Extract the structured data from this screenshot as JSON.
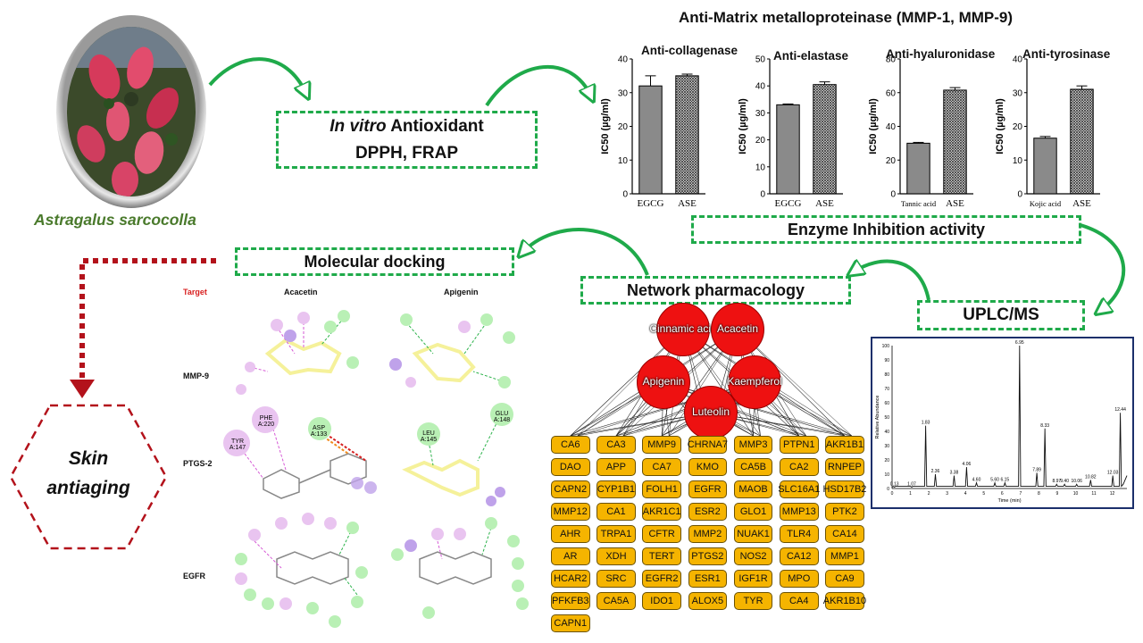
{
  "plant": {
    "name": "Astragalus sarcocolla"
  },
  "boxes": {
    "antioxidant_line1_em": "In vitro",
    "antioxidant_line1_rest": " Antioxidant",
    "antioxidant_line2": "DPPH, FRAP",
    "enzyme": "Enzyme Inhibition activity",
    "network": "Network pharmacology",
    "docking": "Molecular docking",
    "uplc": "UPLC/MS",
    "skin_line1": "Skin",
    "skin_line2": "antiaging"
  },
  "mmp_title": "Anti-Matrix metalloproteinase (MMP-1, MMP-9)",
  "chart_data": [
    {
      "type": "bar",
      "title": "Anti-collagenase",
      "ylabel": "IC50 (µg/ml)",
      "categories": [
        "EGCG",
        "ASE"
      ],
      "values": [
        32,
        35
      ],
      "errors": [
        3,
        0.5
      ],
      "ylim": [
        0,
        40
      ],
      "yticks": [
        0,
        10,
        20,
        30,
        40
      ]
    },
    {
      "type": "bar",
      "title": "Anti-elastase",
      "ylabel": "IC50 (µg/ml)",
      "categories": [
        "EGCG",
        "ASE"
      ],
      "values": [
        33,
        40.5
      ],
      "errors": [
        0.3,
        1
      ],
      "ylim": [
        0,
        50
      ],
      "yticks": [
        0,
        10,
        20,
        30,
        40,
        50
      ]
    },
    {
      "type": "bar",
      "title": "Anti-hyaluronidase",
      "ylabel": "IC50 (µg/ml)",
      "categories": [
        "Tannic acid",
        "ASE"
      ],
      "values": [
        30,
        61.5
      ],
      "errors": [
        0.5,
        1.5
      ],
      "ylim": [
        0,
        80
      ],
      "yticks": [
        0,
        20,
        40,
        60,
        80
      ]
    },
    {
      "type": "bar",
      "title": "Anti-tyrosinase",
      "ylabel": "IC50 (µg/ml)",
      "categories": [
        "Kojic acid",
        "ASE"
      ],
      "values": [
        16.5,
        31
      ],
      "errors": [
        0.5,
        1
      ],
      "ylim": [
        0,
        40
      ],
      "yticks": [
        0,
        10,
        20,
        30,
        40
      ]
    }
  ],
  "network": {
    "compounds": [
      "Cinnamic acid",
      "Acacetin",
      "Apigenin",
      "Kaempferol",
      "Luteolin"
    ],
    "targets": [
      "CA6",
      "CA3",
      "MMP9",
      "CHRNA7",
      "MMP3",
      "PTPN1",
      "AKR1B1",
      "DAO",
      "APP",
      "CA7",
      "KMO",
      "CA5B",
      "CA2",
      "RNPEP",
      "CAPN2",
      "CYP1B1",
      "FOLH1",
      "EGFR",
      "MAOB",
      "SLC16A1",
      "HSD17B2",
      "MMP12",
      "CA1",
      "AKR1C1",
      "ESR2",
      "GLO1",
      "MMP13",
      "PTK2",
      "AHR",
      "TRPA1",
      "CFTR",
      "MMP2",
      "NUAK1",
      "TLR4",
      "CA14",
      "AR",
      "XDH",
      "TERT",
      "PTGS2",
      "NOS2",
      "CA12",
      "MMP1",
      "HCAR2",
      "SRC",
      "EGFR2",
      "ESR1",
      "IGF1R",
      "MPO",
      "CA9",
      "PFKFB3",
      "CA5A",
      "IDO1",
      "ALOX5",
      "TYR",
      "CA4",
      "AKR1B10",
      "CAPN1"
    ]
  },
  "docking": {
    "col_target": "Target",
    "col_a": "Acacetin",
    "col_b": "Apigenin",
    "rows": [
      "MMP-9",
      "PTGS-2",
      "EGFR"
    ],
    "residues": [
      "PHE A:220",
      "TYR A:147",
      "ASP A:133",
      "LEU A:145",
      "GLU A:148"
    ]
  },
  "uplc": {
    "peaks": [
      {
        "t": 0.13,
        "label": "0.13",
        "h": 1
      },
      {
        "t": 1.07,
        "label": "1.07",
        "h": 1
      },
      {
        "t": 1.83,
        "label": "1.83",
        "h": 44
      },
      {
        "t": 2.36,
        "label": "2.36",
        "h": 10
      },
      {
        "t": 3.38,
        "label": "3.38",
        "h": 9
      },
      {
        "t": 4.06,
        "label": "4.06",
        "h": 15
      },
      {
        "t": 4.6,
        "label": "4.60",
        "h": 4
      },
      {
        "t": 5.6,
        "label": "5.60",
        "h": 4
      },
      {
        "t": 6.15,
        "label": "6.15",
        "h": 4
      },
      {
        "t": 6.95,
        "label": "6.95",
        "h": 100
      },
      {
        "t": 7.89,
        "label": "7.89",
        "h": 11
      },
      {
        "t": 8.33,
        "label": "8.33",
        "h": 42
      },
      {
        "t": 8.97,
        "label": "8.97",
        "h": 3
      },
      {
        "t": 9.4,
        "label": "9.40",
        "h": 3
      },
      {
        "t": 10.06,
        "label": "10.06",
        "h": 3
      },
      {
        "t": 10.82,
        "label": "10.82",
        "h": 6
      },
      {
        "t": 12.03,
        "label": "12.03",
        "h": 9
      },
      {
        "t": 12.44,
        "label": "12.44",
        "h": 53
      }
    ],
    "xlabel": "Time (min)",
    "ylabel": "Relative Abundance",
    "xlim": [
      0,
      12.8
    ],
    "ylim": [
      0,
      100
    ]
  },
  "colors": {
    "green": "#1faa4a",
    "darkred": "#b3121b",
    "node": "#ee1111",
    "gene": "#f5b400"
  }
}
